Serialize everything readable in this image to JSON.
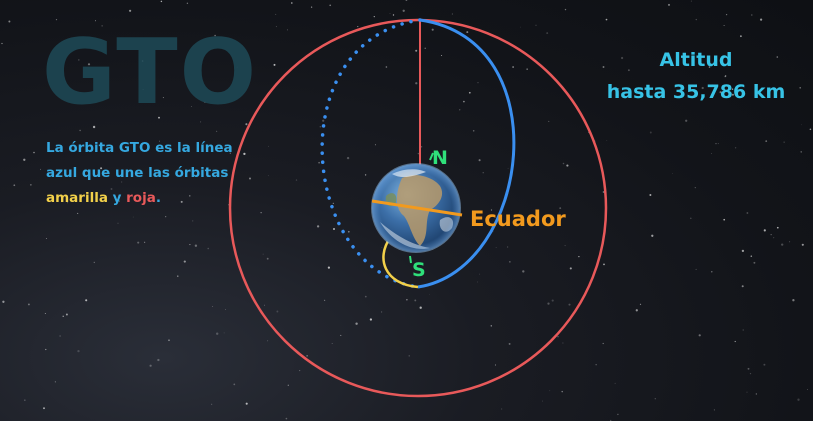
{
  "title": "GTO",
  "caption": {
    "part1": "La órbita GTO es la línea azul que une las órbitas ",
    "yellow_word": "amarilla",
    "connector": " y ",
    "red_word": "roja",
    "end": "."
  },
  "altitude": {
    "line1": "Altitud",
    "line2": "hasta 35,786 km"
  },
  "labels": {
    "north": "N",
    "south": "S",
    "equator": "Ecuador"
  },
  "colors": {
    "red_orbit": "#e8595a",
    "blue_orbit": "#3a8ff0",
    "yellow_orbit": "#f2d04a",
    "equator": "#f29a1e",
    "pole_label": "#2fe07a",
    "altitude_text": "#37c3e6",
    "caption_text": "#35a8e0"
  }
}
